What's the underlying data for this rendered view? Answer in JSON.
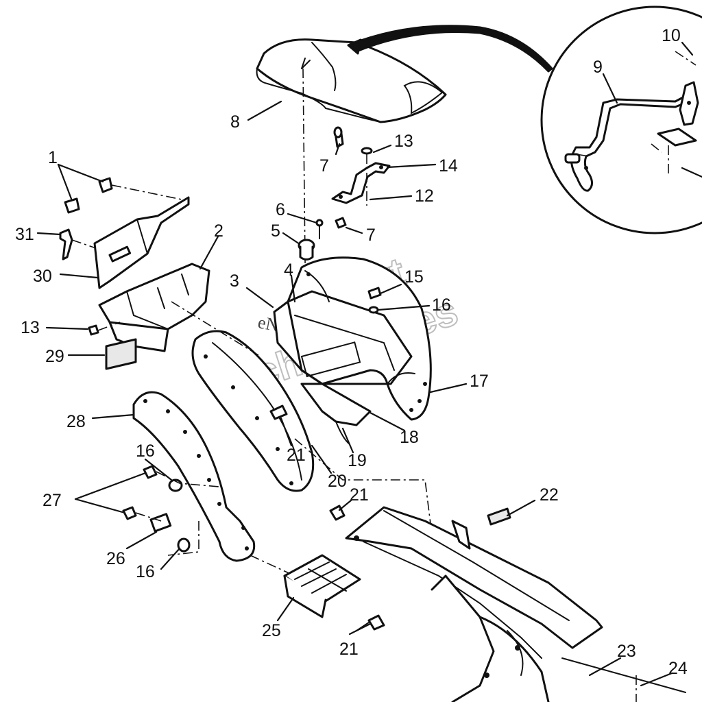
{
  "watermark": {
    "line1": "Next",
    "line2": "Technologies",
    "overlay": "eNext Technologies"
  },
  "callouts": [
    {
      "id": "c1",
      "text": "1"
    },
    {
      "id": "c2",
      "text": "2"
    },
    {
      "id": "c3",
      "text": "3"
    },
    {
      "id": "c4",
      "text": "4"
    },
    {
      "id": "c5",
      "text": "5"
    },
    {
      "id": "c6",
      "text": "6"
    },
    {
      "id": "c7a",
      "text": "7"
    },
    {
      "id": "c7b",
      "text": "7"
    },
    {
      "id": "c8",
      "text": "8"
    },
    {
      "id": "c9",
      "text": "9"
    },
    {
      "id": "c10",
      "text": "10"
    },
    {
      "id": "c12",
      "text": "12"
    },
    {
      "id": "c13a",
      "text": "13"
    },
    {
      "id": "c13b",
      "text": "13"
    },
    {
      "id": "c14",
      "text": "14"
    },
    {
      "id": "c15",
      "text": "15"
    },
    {
      "id": "c16a",
      "text": "16"
    },
    {
      "id": "c16b",
      "text": "16"
    },
    {
      "id": "c16c",
      "text": "16"
    },
    {
      "id": "c17",
      "text": "17"
    },
    {
      "id": "c18",
      "text": "18"
    },
    {
      "id": "c19",
      "text": "19"
    },
    {
      "id": "c20",
      "text": "20"
    },
    {
      "id": "c21a",
      "text": "21"
    },
    {
      "id": "c21b",
      "text": "21"
    },
    {
      "id": "c21c",
      "text": "21"
    },
    {
      "id": "c22",
      "text": "22"
    },
    {
      "id": "c23",
      "text": "23"
    },
    {
      "id": "c24",
      "text": "24"
    },
    {
      "id": "c25",
      "text": "25"
    },
    {
      "id": "c26",
      "text": "26"
    },
    {
      "id": "c27",
      "text": "27"
    },
    {
      "id": "c28",
      "text": "28"
    },
    {
      "id": "c29",
      "text": "29"
    },
    {
      "id": "c30",
      "text": "30"
    },
    {
      "id": "c31",
      "text": "31"
    }
  ]
}
